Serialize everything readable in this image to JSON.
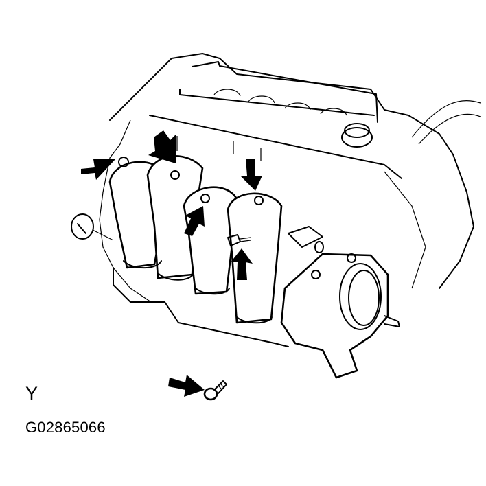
{
  "diagram": {
    "subject": "engine intake manifold with throttle body",
    "view_label": "Y",
    "figure_id": "G02865066",
    "callout_arrows": [
      {
        "name": "arrow-bolt-1",
        "points_to": "manifold-runner-1-bolt",
        "direction": "right"
      },
      {
        "name": "arrow-bolt-2",
        "points_to": "manifold-runner-2-bolt",
        "direction": "down"
      },
      {
        "name": "arrow-bolt-3",
        "points_to": "manifold-runner-3-bolt",
        "direction": "up"
      },
      {
        "name": "arrow-bolt-4",
        "points_to": "manifold-runner-4-bolt",
        "direction": "down"
      },
      {
        "name": "arrow-stud-bolt",
        "points_to": "manifold-stud-bolt",
        "direction": "up"
      },
      {
        "name": "arrow-lower-bolt",
        "points_to": "lower-bracket-bolt",
        "direction": "right"
      }
    ],
    "colors": {
      "line": "#000000",
      "background": "#ffffff"
    }
  }
}
